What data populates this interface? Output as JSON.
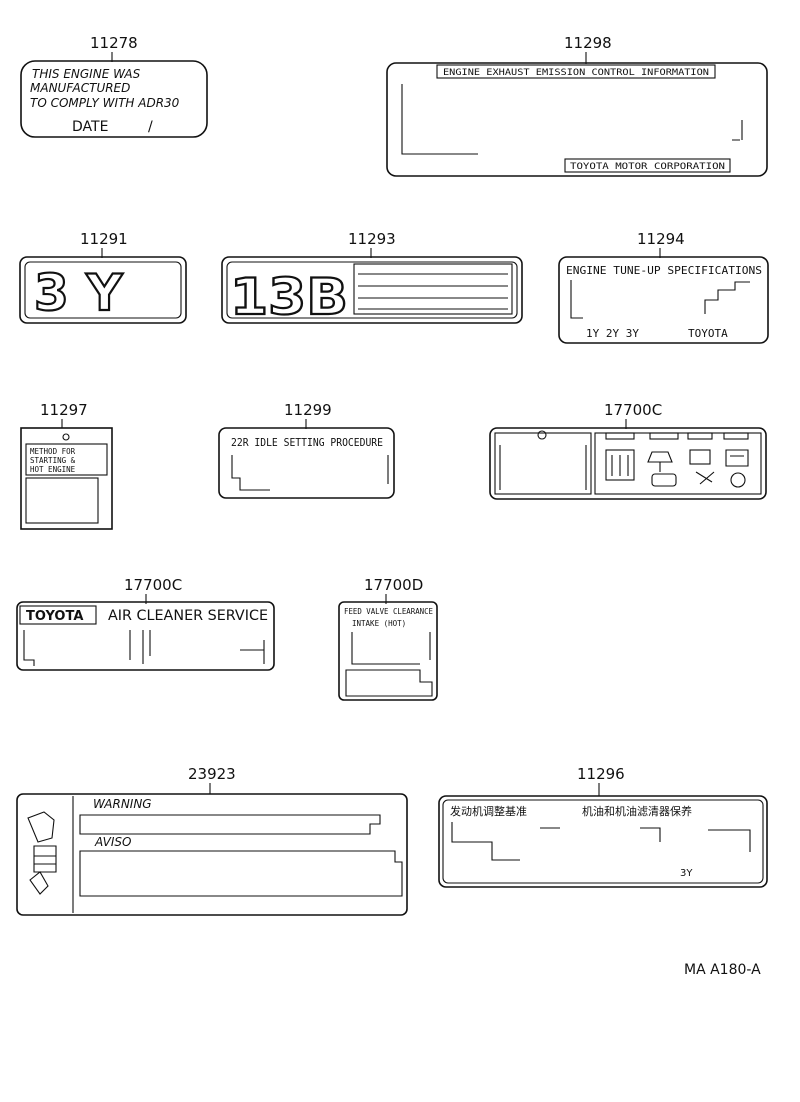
{
  "labels": {
    "l11278": {
      "part_no": "11278",
      "line1": "THIS ENGINE WAS",
      "line2": "MANUFACTURED",
      "line3": "TO COMPLY WITH ADR30",
      "date": "DATE",
      "slash": "/"
    },
    "l11298": {
      "part_no": "11298",
      "header": "ENGINE EXHAUST EMISSION CONTROL INFORMATION",
      "footer": "TOYOTA MOTOR CORPORATION"
    },
    "l11291": {
      "part_no": "11291",
      "text": "3 Y"
    },
    "l11293": {
      "part_no": "11293",
      "text": "13B"
    },
    "l11294": {
      "part_no": "11294",
      "title": "ENGINE TUNE-UP SPECIFICATIONS",
      "engines": "1Y 2Y 3Y",
      "brand": "TOYOTA"
    },
    "l11297": {
      "part_no": "11297",
      "line1": "METHOD    FOR",
      "line2": "STARTING   &",
      "line3": "HOT    ENGINE"
    },
    "l11299": {
      "part_no": "11299",
      "title": "22R IDLE SETTING PROCEDURE"
    },
    "l17700c_a": {
      "part_no": "17700C"
    },
    "l17700c_b": {
      "part_no": "17700C",
      "brand": "TOYOTA",
      "title": "AIR CLEANER  SERVICE"
    },
    "l17700d": {
      "part_no": "17700D",
      "line1": "FEED VALVE CLEARANCE",
      "line2": "INTAKE (HOT)"
    },
    "l23923": {
      "part_no": "23923",
      "warning": "WARNING",
      "aviso": "AVISO"
    },
    "l11296": {
      "part_no": "11296",
      "left_text": "发动机调整基准",
      "right_text": "机油和机油滤清器保养",
      "engine": "3Y"
    }
  },
  "figure_ref": "MA A180-A"
}
